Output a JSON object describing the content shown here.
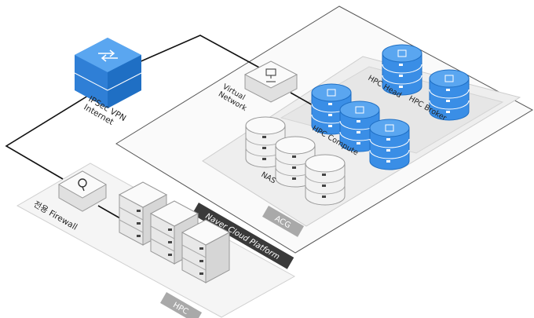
{
  "labels": {
    "vpn_line1": "IPSec VPN",
    "vpn_line2": "Internet",
    "firewall": "전용 Firewall",
    "virtual_line1": "Virtual",
    "virtual_line2": "Network",
    "hpc_head": "HPC Head",
    "hpc_broker": "HPC Broker",
    "hpc_compute": "HPC Compute",
    "nas": "NAS",
    "acg": "ACG",
    "platform": "Naver Cloud Platform",
    "hpc": "HPC"
  },
  "colors": {
    "blue": "#3a8ee6",
    "blue_dark": "#1f6fc4",
    "gray_zone": "#ececec",
    "dark_bar": "#3a3a3a",
    "acg_badge": "#a9a9a9"
  }
}
